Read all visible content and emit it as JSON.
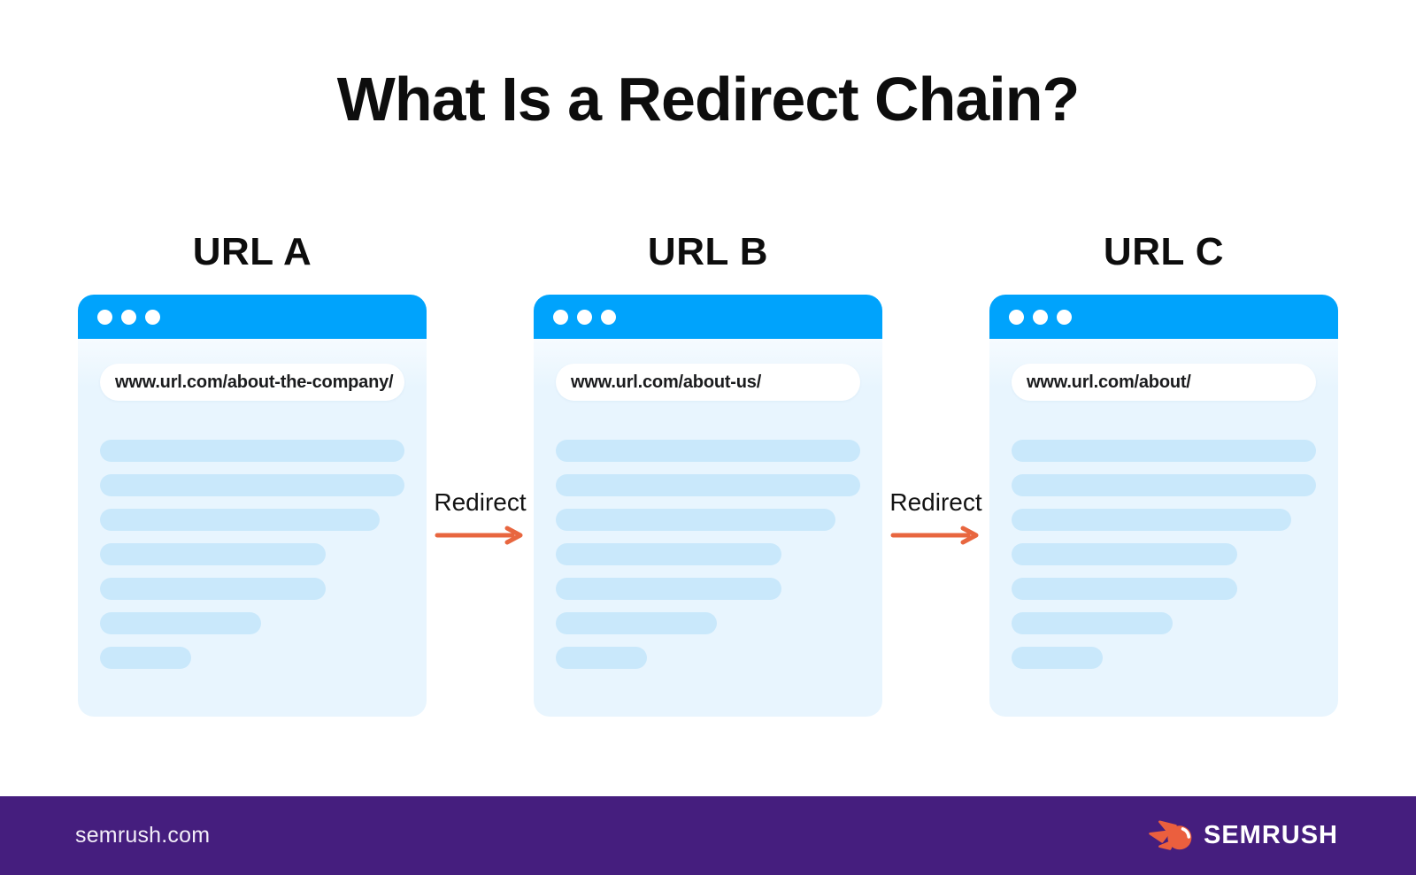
{
  "title": "What Is a Redirect Chain?",
  "windows": [
    {
      "label": "URL A",
      "url": "www.url.com/about-the-company/"
    },
    {
      "label": "URL B",
      "url": "www.url.com/about-us/"
    },
    {
      "label": "URL C",
      "url": "www.url.com/about/"
    }
  ],
  "redirects": [
    {
      "label": "Redirect"
    },
    {
      "label": "Redirect"
    }
  ],
  "footer": {
    "site": "semrush.com",
    "brand": "SEMRUSH"
  },
  "colors": {
    "titlebar_blue": "#00A3FC",
    "window_body_blue": "#E8F5FE",
    "skeleton_blue": "#C9E8FB",
    "arrow_orange": "#E8663F",
    "footer_purple": "#451E7E",
    "logo_orange": "#EB5F3E"
  }
}
